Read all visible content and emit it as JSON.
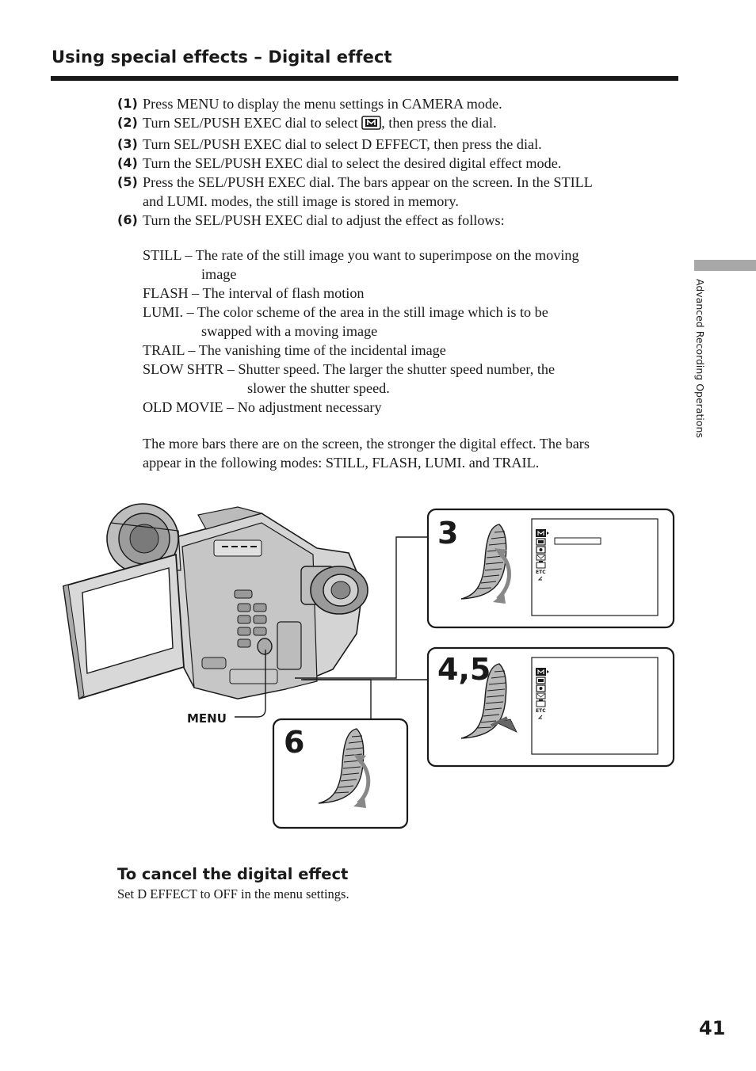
{
  "header": {
    "title": "Using special effects – Digital effect"
  },
  "steps": [
    {
      "num": "(1)",
      "text": "Press MENU to display the menu settings in CAMERA mode."
    },
    {
      "num": "(2)",
      "text_before": "Turn SEL/PUSH EXEC dial to select ",
      "text_after": ", then press the dial."
    },
    {
      "num": "(3)",
      "text": "Turn SEL/PUSH EXEC dial to select D EFFECT, then press the dial."
    },
    {
      "num": "(4)",
      "text": "Turn the SEL/PUSH EXEC dial to select the desired digital effect mode."
    },
    {
      "num": "(5)",
      "text": "Press the SEL/PUSH EXEC dial. The bars appear on the screen. In the STILL",
      "text2": "and LUMI. modes, the still image is stored in memory."
    },
    {
      "num": "(6)",
      "text": "Turn the SEL/PUSH EXEC dial to adjust the effect as follows:"
    }
  ],
  "effects": [
    {
      "line1": "STILL – The rate of the still image you want to superimpose on the moving",
      "line2": "image",
      "indent": "short"
    },
    {
      "line1": "FLASH – The interval of flash motion"
    },
    {
      "line1": "LUMI. – The color scheme of the area in the still image which is to be",
      "line2": "swapped with a moving image",
      "indent": "short"
    },
    {
      "line1": "TRAIL – The vanishing time of the incidental image"
    },
    {
      "line1": "SLOW SHTR – Shutter speed. The larger the shutter speed number, the",
      "line2": "slower the shutter speed.",
      "indent": "long"
    },
    {
      "line1": "OLD MOVIE – No adjustment necessary"
    }
  ],
  "note": {
    "line1": "The more bars there are on the screen, the stronger the digital effect. The bars",
    "line2": "appear in the following modes: STILL, FLASH, LUMI. and TRAIL."
  },
  "figure": {
    "panel_3_label": "3",
    "panel_45_label": "4,5",
    "panel_6_label": "6",
    "menu_label": "MENU",
    "etc_label": "ETC"
  },
  "cancel": {
    "title": "To cancel the digital effect",
    "text": "Set D EFFECT to OFF in the menu settings."
  },
  "sidebar": {
    "label": "Advanced Recording Operations"
  },
  "page_number": "41"
}
